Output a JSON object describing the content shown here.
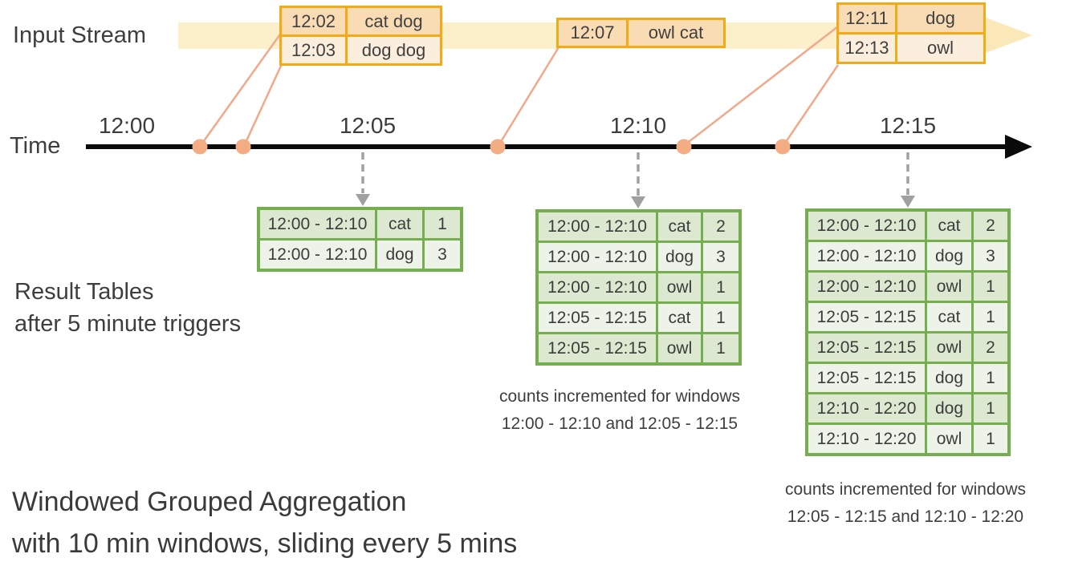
{
  "labels": {
    "input_stream": "Input Stream",
    "time": "Time",
    "result_tables_line1": "Result Tables",
    "result_tables_line2": "after 5 minute triggers",
    "title_line1": "Windowed Grouped Aggregation",
    "title_line2": "with 10 min windows, sliding every 5 mins"
  },
  "timeline": {
    "ticks": [
      "12:00",
      "12:05",
      "12:10",
      "12:15"
    ]
  },
  "input_stream_boxes": [
    {
      "rows": [
        {
          "time": "12:02",
          "words": "cat dog"
        },
        {
          "time": "12:03",
          "words": "dog dog"
        }
      ]
    },
    {
      "rows": [
        {
          "time": "12:07",
          "words": "owl cat"
        }
      ]
    },
    {
      "rows": [
        {
          "time": "12:11",
          "words": "dog"
        },
        {
          "time": "12:13",
          "words": "owl"
        }
      ]
    }
  ],
  "result_tables": [
    {
      "rows": [
        {
          "window": "12:00 - 12:10",
          "word": "cat",
          "count": "1"
        },
        {
          "window": "12:00 - 12:10",
          "word": "dog",
          "count": "3"
        }
      ]
    },
    {
      "rows": [
        {
          "window": "12:00 - 12:10",
          "word": "cat",
          "count": "2"
        },
        {
          "window": "12:00 - 12:10",
          "word": "dog",
          "count": "3"
        },
        {
          "window": "12:00 - 12:10",
          "word": "owl",
          "count": "1"
        },
        {
          "window": "12:05 - 12:15",
          "word": "cat",
          "count": "1"
        },
        {
          "window": "12:05 - 12:15",
          "word": "owl",
          "count": "1"
        }
      ],
      "caption_line1": "counts incremented for windows",
      "caption_line2": "12:00 - 12:10 and 12:05 - 12:15"
    },
    {
      "rows": [
        {
          "window": "12:00 - 12:10",
          "word": "cat",
          "count": "2"
        },
        {
          "window": "12:00 - 12:10",
          "word": "dog",
          "count": "3"
        },
        {
          "window": "12:00 - 12:10",
          "word": "owl",
          "count": "1"
        },
        {
          "window": "12:05 - 12:15",
          "word": "cat",
          "count": "1"
        },
        {
          "window": "12:05 - 12:15",
          "word": "owl",
          "count": "2"
        },
        {
          "window": "12:05 - 12:15",
          "word": "dog",
          "count": "1"
        },
        {
          "window": "12:10 - 12:20",
          "word": "dog",
          "count": "1"
        },
        {
          "window": "12:10 - 12:20",
          "word": "owl",
          "count": "1"
        }
      ],
      "caption_line1": "counts incremented for windows",
      "caption_line2": "12:05 - 12:15 and 12:10 - 12:20"
    }
  ],
  "colors": {
    "stream_band": "#FCF0CB",
    "stream_arrowhead": "#FAE8B8",
    "event_border": "#F2AA18",
    "event_row_dark": "#FADCB4",
    "event_row_light": "#FCEEDC",
    "event_marker": "#F4AC82",
    "event_connector": "#F0A98A",
    "table_border": "#74AE4E",
    "table_row_dark": "#DCE8D0",
    "table_row_light": "#EEF3E9",
    "trigger_arrow": "#A0A0A0",
    "timeline": "#0A0A0A",
    "text": "#3E3E3E"
  }
}
